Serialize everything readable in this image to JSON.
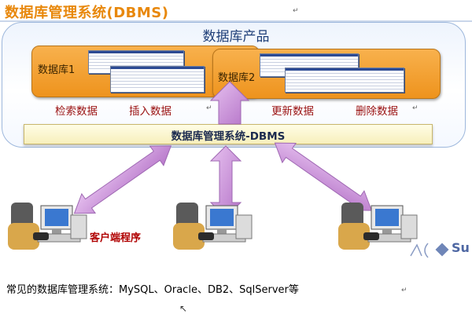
{
  "title": "数据库管理系统(DBMS)",
  "product_panel": {
    "title": "数据库产品",
    "databases": [
      {
        "label": "数据库1"
      },
      {
        "label": "数据库2"
      }
    ],
    "operations": [
      "检索数据",
      "插入数据",
      "更新数据",
      "删除数据"
    ]
  },
  "dbms_bar": {
    "label": "数据库管理系统-DBMS"
  },
  "client_label": "客户端程序",
  "footer_text": "常见的数据库管理系统：MySQL、Oracle、DB2、SqlServer等",
  "logo_text": "Su",
  "colors": {
    "title": "#e8880c",
    "database_box": "#f0a23a",
    "operation_text": "#9a1111",
    "arrow": "#c78bd6",
    "client_text": "#b00000"
  }
}
